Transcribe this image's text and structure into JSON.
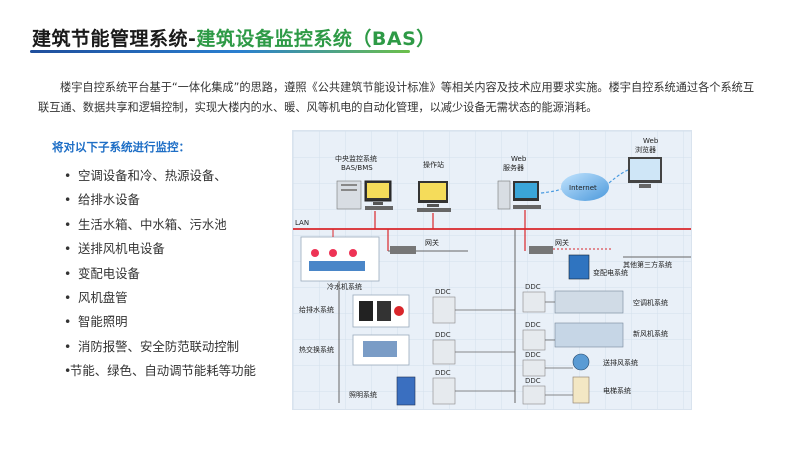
{
  "title": {
    "part1": "建筑节能管理系统-",
    "part2": "建筑设备监控系统（BAS）"
  },
  "intro": "楼宇自控系统平台基于“一体化集成”的思路，遵照《公共建筑节能设计标准》等相关内容及技术应用要求实施。楼宇自控系统通过各个系统互联互通、数据共享和逻辑控制，实现大楼内的水、暖、风等机电的自动化管理，以减少设备无需状态的能源消耗。",
  "sub_heading": "将对以下子系统进行监控：",
  "bullets": [
    "空调设备和冷、热源设备、",
    "给排水设备",
    "生活水箱、中水箱、污水池",
    "送排风机电设备",
    "变配电设备",
    "风机盘管",
    "智能照明",
    "消防报警、安全防范联动控制",
    "节能、绿色、自动调节能耗等功能"
  ],
  "bullet_dot": "•",
  "diagram": {
    "central": "中央监控系统",
    "central_sub": "BAS/BMS",
    "operator": "操作站",
    "web_server_1": "Web",
    "web_server_2": "服务器",
    "internet": "Internet",
    "browser_1": "Web",
    "browser_2": "浏览器",
    "lan": "LAN",
    "gateway_left": "网关",
    "gateway_right": "网关",
    "third_party": "其他第三方系统",
    "chiller": "冷水机系统",
    "substation": "变配电系统",
    "water_supply": "给排水系统",
    "ac": "空调机系统",
    "fresh_air": "新风机系统",
    "heat_exchange": "热交换系统",
    "fan": "送排风系统",
    "lighting": "照明系统",
    "elevator": "电梯系统",
    "ddc": "DDC"
  },
  "colors": {
    "title_dark": "#1a1a1a",
    "title_green": "#2e9a46",
    "sub_heading": "#1f6fc6",
    "bus_red": "#d9262b"
  }
}
